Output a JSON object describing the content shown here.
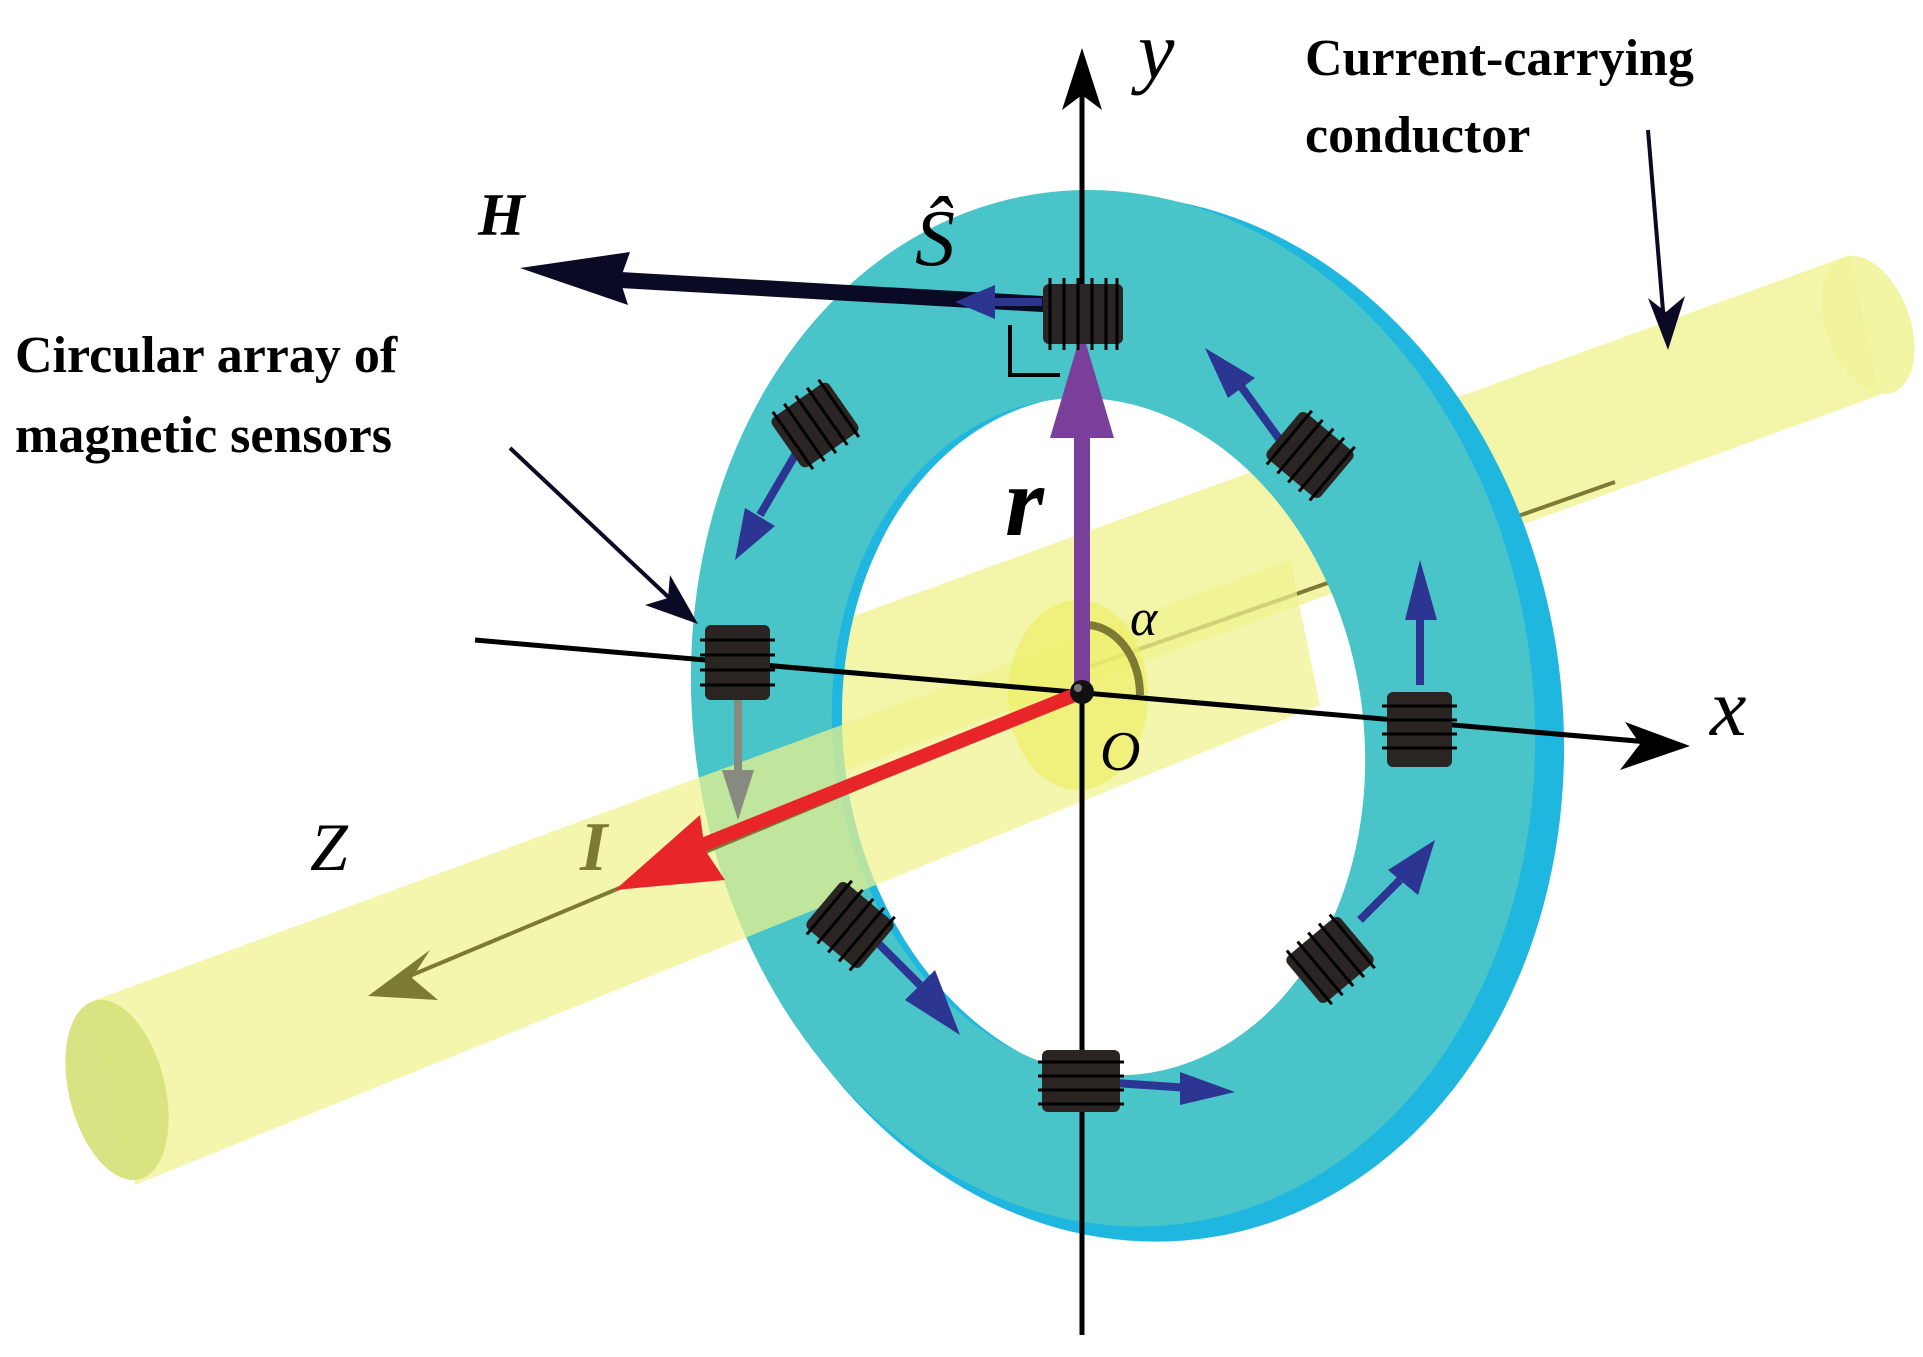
{
  "labels": {
    "axis_y": "y",
    "axis_x": "x",
    "axis_z": "Z",
    "origin": "O",
    "angle": "α",
    "vector_r": "r",
    "vector_H": "H",
    "vector_I": "I",
    "vector_S": "Ŝ",
    "conductor_line1": "Current-carrying",
    "conductor_line2": "conductor",
    "array_line1": "Circular array of",
    "array_line2": "magnetic sensors"
  },
  "colors": {
    "ring": "#49c4c8",
    "ring_edge": "#1fb6e0",
    "conductor": "#eef28c",
    "conductor_end": "#d7e27c",
    "conductor_axis": "#7d7a36",
    "sensor": "#2a2522",
    "sensor_arrow": "#2c3592",
    "current_arrow": "#e8262a",
    "radius_arrow": "#7a3f9a",
    "field_arrow": "#0b0a24",
    "axis": "#000000"
  },
  "sensors": {
    "count": 8,
    "field_direction": "counterclockwise"
  }
}
